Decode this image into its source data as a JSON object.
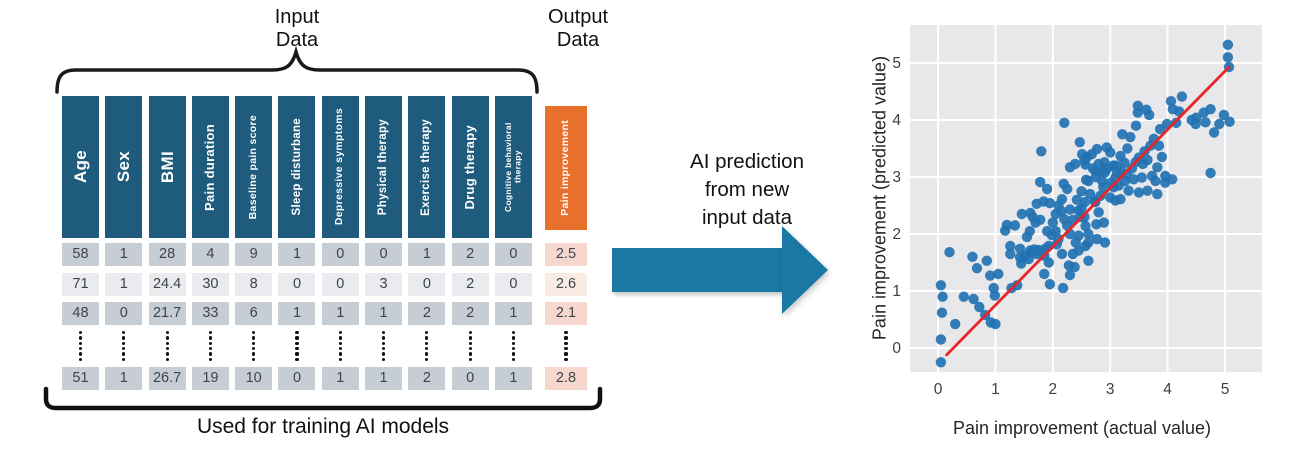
{
  "diagram": {
    "input_label": [
      "Input",
      "Data"
    ],
    "output_label": [
      "Output",
      "Data"
    ],
    "arrow_label": [
      "AI prediction",
      "from new",
      "input data"
    ],
    "bottom_caption": "Used for training AI models",
    "table": {
      "input_columns": [
        "Age",
        "Sex",
        "BMI",
        "Pain duration",
        "Baseline pain score",
        "Sleep disturbane",
        "Depressive symptoms",
        "Physical therapy",
        "Exercise therapy",
        "Drug therapy",
        "Cognitive behavioral therapy"
      ],
      "output_column": "Pain improvement",
      "rows": [
        {
          "inputs": [
            "58",
            "1",
            "28",
            "4",
            "9",
            "1",
            "0",
            "0",
            "1",
            "2",
            "0"
          ],
          "output": "2.5"
        },
        {
          "inputs": [
            "71",
            "1",
            "24.4",
            "30",
            "8",
            "0",
            "0",
            "3",
            "0",
            "2",
            "0"
          ],
          "output": "2.6"
        },
        {
          "inputs": [
            "48",
            "0",
            "21.7",
            "33",
            "6",
            "1",
            "1",
            "1",
            "2",
            "2",
            "1"
          ],
          "output": "2.1"
        },
        {
          "inputs": [
            "51",
            "1",
            "26.7",
            "19",
            "10",
            "0",
            "1",
            "1",
            "2",
            "0",
            "1"
          ],
          "output": "2.8"
        }
      ],
      "ellipsis_between_last_rows": true
    },
    "colors": {
      "header_teal": "#1e5b7c",
      "output_orange": "#e8702d",
      "cell_dark": "#c7cdd5",
      "cell_light": "#e9ebee",
      "out_cell_dark": "#f6d7cd",
      "out_cell_light": "#fbebe5",
      "arrow": "#1b77a4",
      "brace": "#1a1a1a"
    }
  },
  "chart_data": {
    "type": "scatter",
    "xlabel": "Pain improvement (actual value)",
    "ylabel": "Pain improvement (predicted value)",
    "xlim": [
      -0.5,
      5.65
    ],
    "ylim": [
      -0.45,
      5.66
    ],
    "xticks": [
      0,
      1,
      2,
      3,
      4,
      5
    ],
    "yticks": [
      0,
      1,
      2,
      3,
      4,
      5
    ],
    "grid": true,
    "plot_bg": "#e8e8ea",
    "point_color": "#2272b2",
    "line_color": "#e8262a",
    "fit_line": {
      "x1": 0.15,
      "y1": -0.12,
      "x2": 5.07,
      "y2": 4.93
    },
    "points": [
      [
        0.05,
        -0.25
      ],
      [
        0.05,
        0.15
      ],
      [
        0.07,
        0.62
      ],
      [
        0.08,
        0.9
      ],
      [
        0.05,
        1.1
      ],
      [
        0.3,
        0.42
      ],
      [
        0.2,
        1.68
      ],
      [
        0.45,
        0.9
      ],
      [
        0.6,
        1.6
      ],
      [
        0.62,
        0.86
      ],
      [
        0.68,
        1.4
      ],
      [
        0.72,
        0.72
      ],
      [
        0.82,
        0.58
      ],
      [
        0.92,
        0.45
      ],
      [
        1.0,
        0.42
      ],
      [
        0.85,
        1.53
      ],
      [
        0.91,
        1.27
      ],
      [
        0.99,
        0.92
      ],
      [
        0.97,
        1.05
      ],
      [
        1.05,
        1.3
      ],
      [
        1.17,
        2.06
      ],
      [
        1.2,
        2.16
      ],
      [
        1.34,
        2.15
      ],
      [
        1.26,
        1.79
      ],
      [
        1.26,
        1.65
      ],
      [
        1.28,
        1.05
      ],
      [
        1.38,
        1.1
      ],
      [
        1.43,
        1.74
      ],
      [
        1.43,
        1.59
      ],
      [
        1.46,
        2.35
      ],
      [
        1.45,
        1.48
      ],
      [
        1.5,
        1.62
      ],
      [
        1.55,
        1.95
      ],
      [
        1.58,
        1.56
      ],
      [
        1.61,
        1.71
      ],
      [
        1.61,
        2.37
      ],
      [
        1.62,
        1.68
      ],
      [
        1.68,
        1.73
      ],
      [
        1.72,
        1.65
      ],
      [
        1.76,
        1.72
      ],
      [
        1.8,
        1.68
      ],
      [
        1.72,
        2.53
      ],
      [
        1.78,
        2.91
      ],
      [
        1.8,
        3.45
      ],
      [
        1.7,
        2.2
      ],
      [
        1.78,
        2.25
      ],
      [
        1.84,
        2.57
      ],
      [
        1.9,
        2.79
      ],
      [
        1.85,
        1.3
      ],
      [
        1.95,
        1.12
      ],
      [
        1.93,
        1.5
      ],
      [
        1.93,
        1.79
      ],
      [
        1.95,
        2.54
      ],
      [
        1.9,
        2.05
      ],
      [
        1.98,
        1.98
      ],
      [
        1.85,
        1.62
      ],
      [
        1.88,
        1.75
      ],
      [
        1.6,
        2.05
      ],
      [
        1.65,
        2.3
      ],
      [
        2.07,
        1.82
      ],
      [
        2.1,
        1.91
      ],
      [
        2.16,
        1.65
      ],
      [
        2.16,
        2.61
      ],
      [
        2.05,
        2.35
      ],
      [
        2.2,
        2.26
      ],
      [
        2.19,
        2.88
      ],
      [
        2.2,
        3.95
      ],
      [
        2.25,
        2.79
      ],
      [
        2.3,
        3.17
      ],
      [
        2.3,
        2.43
      ],
      [
        2.45,
        2.41
      ],
      [
        2.45,
        1.97
      ],
      [
        2.45,
        1.71
      ],
      [
        2.18,
        1.05
      ],
      [
        2.28,
        1.45
      ],
      [
        2.3,
        1.28
      ],
      [
        2.38,
        1.42
      ],
      [
        2.35,
        1.65
      ],
      [
        2.39,
        3.23
      ],
      [
        2.47,
        3.61
      ],
      [
        2.51,
        3.4
      ],
      [
        2.55,
        3.3
      ],
      [
        2.6,
        3.35
      ],
      [
        2.42,
        2.6
      ],
      [
        2.48,
        2.3
      ],
      [
        2.0,
        2.2
      ],
      [
        2.05,
        2.05
      ],
      [
        2.1,
        2.5
      ],
      [
        2.15,
        2.4
      ],
      [
        2.25,
        2.15
      ],
      [
        2.3,
        2.0
      ],
      [
        2.35,
        2.25
      ],
      [
        2.4,
        1.85
      ],
      [
        2.5,
        2.45
      ],
      [
        2.5,
        2.75
      ],
      [
        2.55,
        2.3
      ],
      [
        2.56,
        2.56
      ],
      [
        2.57,
        3.22
      ],
      [
        2.58,
        2.95
      ],
      [
        2.57,
        2.14
      ],
      [
        2.57,
        1.79
      ],
      [
        2.62,
        2.93
      ],
      [
        2.62,
        2.0
      ],
      [
        2.62,
        1.85
      ],
      [
        2.62,
        1.53
      ],
      [
        2.65,
        2.7
      ],
      [
        2.68,
        3.4
      ],
      [
        2.7,
        3.15
      ],
      [
        2.73,
        2.58
      ],
      [
        2.74,
        3.11
      ],
      [
        2.74,
        2.56
      ],
      [
        2.76,
        2.17
      ],
      [
        2.77,
        3.49
      ],
      [
        2.77,
        1.91
      ],
      [
        2.8,
        3.23
      ],
      [
        2.8,
        2.38
      ],
      [
        2.83,
        2.67
      ],
      [
        2.86,
        2.93
      ],
      [
        2.88,
        2.82
      ],
      [
        2.89,
        2.2
      ],
      [
        2.9,
        3.26
      ],
      [
        2.91,
        3.08
      ],
      [
        2.91,
        1.85
      ],
      [
        2.94,
        3.52
      ],
      [
        3.0,
        3.43
      ],
      [
        3.0,
        2.64
      ],
      [
        2.75,
        3.0
      ],
      [
        2.85,
        3.1
      ],
      [
        2.95,
        3.15
      ],
      [
        3.02,
        2.9
      ],
      [
        3.05,
        3.2
      ],
      [
        3.06,
        2.82
      ],
      [
        3.09,
        2.99
      ],
      [
        3.09,
        2.59
      ],
      [
        3.12,
        3.08
      ],
      [
        3.18,
        3.37
      ],
      [
        3.18,
        2.61
      ],
      [
        3.21,
        3.75
      ],
      [
        3.26,
        2.93
      ],
      [
        3.29,
        3.05
      ],
      [
        3.32,
        2.76
      ],
      [
        3.35,
        3.7
      ],
      [
        3.41,
        2.96
      ],
      [
        3.44,
        3.26
      ],
      [
        3.45,
        3.9
      ],
      [
        3.48,
        4.25
      ],
      [
        3.48,
        4.13
      ],
      [
        3.5,
        3.34
      ],
      [
        3.5,
        2.73
      ],
      [
        3.1,
        3.2
      ],
      [
        3.15,
        2.85
      ],
      [
        3.2,
        3.1
      ],
      [
        3.25,
        3.25
      ],
      [
        3.3,
        3.5
      ],
      [
        3.38,
        3.15
      ],
      [
        3.55,
        2.99
      ],
      [
        3.57,
        3.23
      ],
      [
        3.63,
        4.18
      ],
      [
        3.65,
        2.76
      ],
      [
        3.68,
        4.09
      ],
      [
        3.73,
        3.02
      ],
      [
        3.76,
        3.67
      ],
      [
        3.79,
        2.93
      ],
      [
        3.82,
        3.17
      ],
      [
        3.82,
        2.7
      ],
      [
        3.87,
        3.84
      ],
      [
        3.96,
        3.02
      ],
      [
        3.96,
        2.9
      ],
      [
        3.99,
        3.93
      ],
      [
        3.6,
        3.45
      ],
      [
        3.65,
        3.3
      ],
      [
        3.7,
        3.55
      ],
      [
        3.85,
        3.55
      ],
      [
        3.9,
        3.35
      ],
      [
        4.06,
        4.33
      ],
      [
        4.08,
        2.96
      ],
      [
        4.09,
        4.19
      ],
      [
        4.25,
        4.41
      ],
      [
        4.42,
        4.0
      ],
      [
        4.49,
        3.93
      ],
      [
        4.5,
        4.04
      ],
      [
        4.15,
        3.95
      ],
      [
        4.2,
        4.15
      ],
      [
        4.63,
        4.13
      ],
      [
        4.66,
        3.96
      ],
      [
        4.75,
        4.19
      ],
      [
        4.75,
        3.07
      ],
      [
        4.81,
        3.78
      ],
      [
        4.9,
        3.93
      ],
      [
        4.98,
        4.09
      ],
      [
        5.08,
        3.97
      ],
      [
        5.05,
        5.32
      ],
      [
        5.05,
        5.1
      ],
      [
        5.07,
        4.93
      ]
    ],
    "marker_size": 5.2,
    "legend": null,
    "title": ""
  }
}
